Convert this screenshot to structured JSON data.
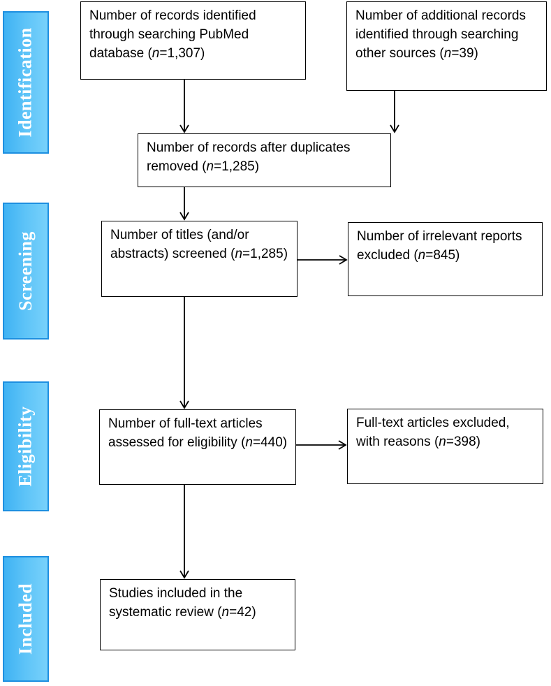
{
  "phases": {
    "identification": "Identification",
    "screening": "Screening",
    "eligibility": "Eligibility",
    "included": "Included"
  },
  "boxes": {
    "pubmed": {
      "text": "Number of records identified through searching PubMed database (",
      "n_label": "n",
      "value": "=1,307)"
    },
    "other_sources": {
      "text": "Number of additional records identified through searching other sources",
      "n_label": "(n",
      "value": "=39)"
    },
    "duplicates_removed": {
      "text": "Number of records after duplicates removed (",
      "n_label": "n",
      "value": "=1,285)"
    },
    "screened": {
      "text": "Number of titles (and/or abstracts) screened",
      "n_label": "(n",
      "value": "=1,285)"
    },
    "irrelevant_excluded": {
      "text": "Number of irrelevant reports excluded (",
      "n_label": "n",
      "value": "=845)"
    },
    "fulltext_assessed": {
      "text": "Number of full-text articles assessed for eligibility (",
      "n_label": "n",
      "value": "=440)"
    },
    "fulltext_excluded": {
      "text": "Full-text articles excluded, with reasons",
      "n_label": "(n",
      "value": "=398)"
    },
    "included_studies": {
      "text": "Studies included in the systematic review",
      "n_label": "(n",
      "value": "=42)"
    }
  }
}
